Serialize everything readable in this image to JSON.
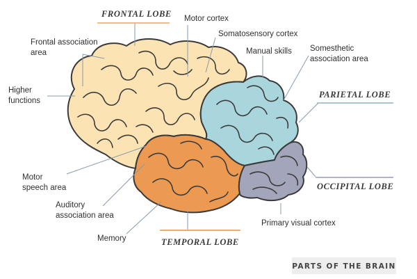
{
  "lobes": {
    "frontal": "FRONTAL LOBE",
    "parietal": "PARIETAL LOBE",
    "occipital": "OCCIPITAL LOBE",
    "temporal": "TEMPORAL LOBE"
  },
  "labels": {
    "motor_cortex": "Motor cortex",
    "somatosensory_cortex": "Somatosensory cortex",
    "manual_skills": "Manual skills",
    "somesthetic_1": "Somesthetic",
    "somesthetic_2": "association area",
    "frontal_assoc_1": "Frontal association",
    "frontal_assoc_2": "area",
    "higher_1": "Higher",
    "higher_2": "functions",
    "motor_speech_1": "Motor",
    "motor_speech_2": "speech area",
    "auditory_1": "Auditory",
    "auditory_2": "association area",
    "memory": "Memory",
    "primary_visual": "Primary visual cortex"
  },
  "footer": "PARTS OF THE BRAIN",
  "colors": {
    "frontal": "#fbe3b4",
    "parietal": "#a9d6dc",
    "temporal": "#ec9a52",
    "occipital": "#a3a6bb",
    "frontal_rule": "#f2a65a",
    "parietal_rule": "#8fb3c2",
    "occipital_rule": "#9a9cae",
    "temporal_rule": "#ec8f3e",
    "footer_bg": "#eeeeee"
  }
}
